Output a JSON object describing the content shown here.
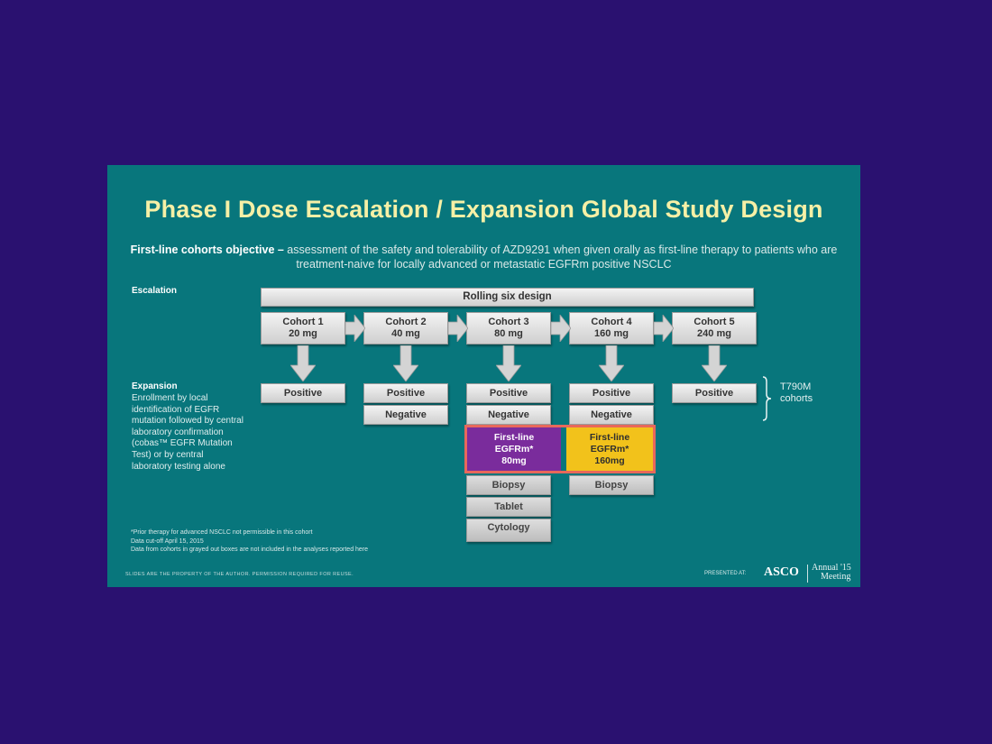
{
  "slide": {
    "title": "Phase I Dose Escalation / Expansion Global Study Design",
    "objective_bold": "First-line cohorts objective –",
    "objective_text": " assessment of the safety and tolerability of AZD9291 when given orally as first-line therapy to patients who are treatment-naive for locally advanced or metastatic EGFRm positive NSCLC",
    "escalation_label": "Escalation",
    "expansion_label": "Expansion",
    "expansion_text": "Enrollment by local identification of EGFR mutation followed by central laboratory confirmation (cobas™ EGFR Mutation Test) or by central laboratory testing alone",
    "banner": "Rolling six design",
    "cohorts": [
      {
        "name": "Cohort 1",
        "dose": "20 mg"
      },
      {
        "name": "Cohort 2",
        "dose": "40 mg"
      },
      {
        "name": "Cohort 3",
        "dose": "80 mg"
      },
      {
        "name": "Cohort 4",
        "dose": "160 mg"
      },
      {
        "name": "Cohort 5",
        "dose": "240 mg"
      }
    ],
    "positive": "Positive",
    "negative": "Negative",
    "firstline_80": {
      "line1": "First-line",
      "line2": "EGFRm*",
      "line3": "80mg"
    },
    "firstline_160": {
      "line1": "First-line",
      "line2": "EGFRm*",
      "line3": "160mg"
    },
    "biopsy": "Biopsy",
    "tablet": "Tablet",
    "cytology": "Cytology",
    "t790m": {
      "line1": "T790M",
      "line2": "cohorts"
    },
    "footnotes": [
      "*Prior therapy for advanced NSCLC not permissible in this cohort",
      "Data cut-off April 15, 2015",
      "Data from cohorts in grayed out boxes are not included in the analyses reported here"
    ],
    "footer_left": "SLIDES ARE THE PROPERTY OF THE AUTHOR. PERMISSION REQUIRED FOR REUSE.",
    "footer_presented": "PRESENTED AT:",
    "asco": "ASCO",
    "annual_line1": "Annual '15",
    "annual_line2": "Meeting",
    "colors": {
      "background": "#2a1170",
      "slide": "#08767c",
      "title": "#f6f0a6",
      "purple": "#7a2c9c",
      "yellow": "#f2c21b",
      "highlight_border": "#e8685b"
    }
  }
}
